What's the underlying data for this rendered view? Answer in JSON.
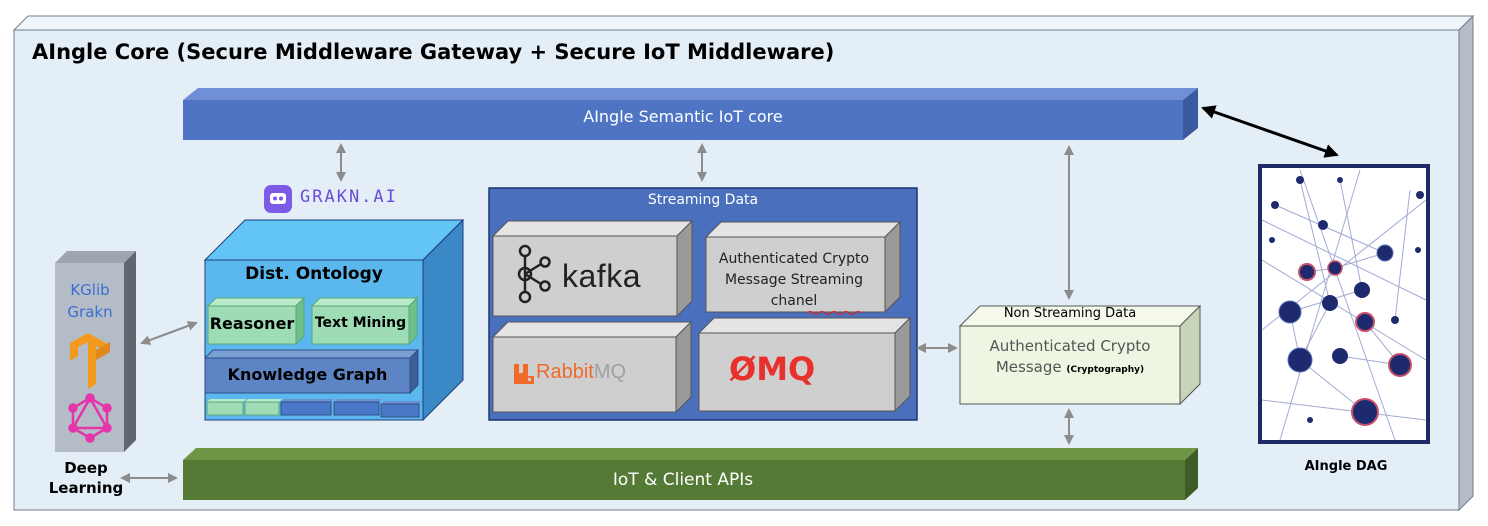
{
  "diagram": {
    "outer_title": "AIngle Core (Secure Middleware Gateway + Secure IoT Middleware)",
    "semantic_core_label": "AIngle Semantic IoT core",
    "iot_apis_label": "IoT & Client APIs",
    "streaming": {
      "title": "Streaming Data",
      "kafka": "kafka",
      "authenticated_stream": "Authenticated Crypto Message Streaming chanel",
      "rabbitmq_a": "Rabbit",
      "rabbitmq_b": "MQ",
      "zeromq": "ØMQ"
    },
    "ontology": {
      "brand": "GRAKN.AI",
      "title": "Dist. Ontology",
      "reasoner": "Reasoner",
      "text_mining": "Text Mining",
      "knowledge_graph": "Knowledge Graph"
    },
    "non_streaming": {
      "title": "Non Streaming Data",
      "line1": "Authenticated Crypto",
      "line2": "Message",
      "note": "(Cryptography)"
    },
    "deep_learning": {
      "kglib": "KGlib",
      "grakn": "Grakn",
      "label": "Deep Learning"
    },
    "dag_label": "AIngle DAG",
    "colors": {
      "outer_panel": "#e3eef7",
      "semantic_bar": "#4f74c3",
      "iot_bar": "#557a35",
      "streaming_panel": "#4a6fbd",
      "ontology_cube": "#5bb8ee",
      "inner_green": "#9ddcb4",
      "non_streaming_box": "#eef5e2",
      "gray_box": "#cfcfcf",
      "dag_frame": "#1d2a66"
    }
  }
}
